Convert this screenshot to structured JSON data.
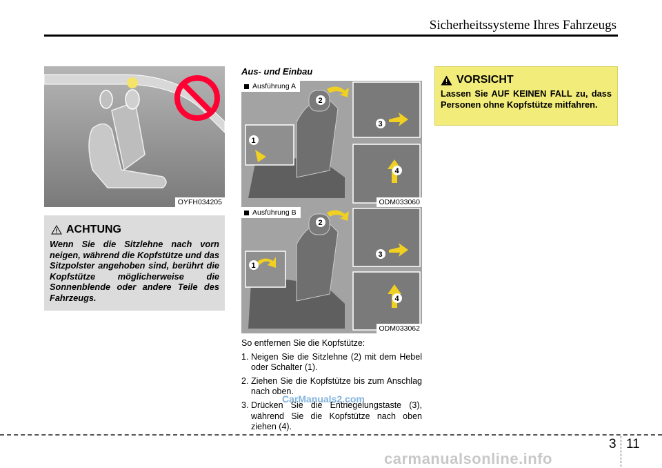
{
  "header": {
    "title": "Sicherheitssysteme Ihres Fahrzeugs"
  },
  "left_figure": {
    "code": "OYFH034205",
    "icon": "no-sign-icon"
  },
  "achtung": {
    "title": "ACHTUNG",
    "text": "Wenn Sie die Sitzlehne nach vorn neigen, während die Kopfstütze und das Sitzpolster angehoben sind, berührt die Kopfstütze möglicherweise die Sonnenblende oder andere Teile des Fahrzeugs."
  },
  "section": {
    "title": "Aus- und Einbau"
  },
  "figure_a": {
    "label": "Ausführung A",
    "code": "ODM033060",
    "markers": [
      "1",
      "2",
      "3",
      "4"
    ]
  },
  "figure_b": {
    "label": "Ausführung B",
    "code": "ODM033062",
    "markers": [
      "1",
      "2",
      "3",
      "4"
    ]
  },
  "instructions": {
    "intro": "So entfernen Sie die Kopfstütze:",
    "steps": [
      {
        "num": "1.",
        "text": "Neigen Sie die Sitzlehne (2) mit dem Hebel oder Schalter (1)."
      },
      {
        "num": "2.",
        "text": "Ziehen Sie die Kopfstütze bis zum Anschlag nach oben."
      },
      {
        "num": "3.",
        "text": "Drücken Sie die Entriegelungstaste (3), während Sie die Kopfstütze nach oben ziehen (4)."
      }
    ]
  },
  "vorsicht": {
    "title": "VORSICHT",
    "text": "Lassen Sie AUF KEINEN FALL zu, dass Personen ohne Kopfstütze mitfahren."
  },
  "page": {
    "chapter": "3",
    "number": "11"
  },
  "watermarks": {
    "inline": "CarManuals2.com",
    "footer": "carmanualsonline.info"
  },
  "colors": {
    "caution_bg": "#f2ec7a",
    "warning_bg": "#dcdcdc",
    "arrow": "#f0d020",
    "no_sign": "#ff0033"
  }
}
